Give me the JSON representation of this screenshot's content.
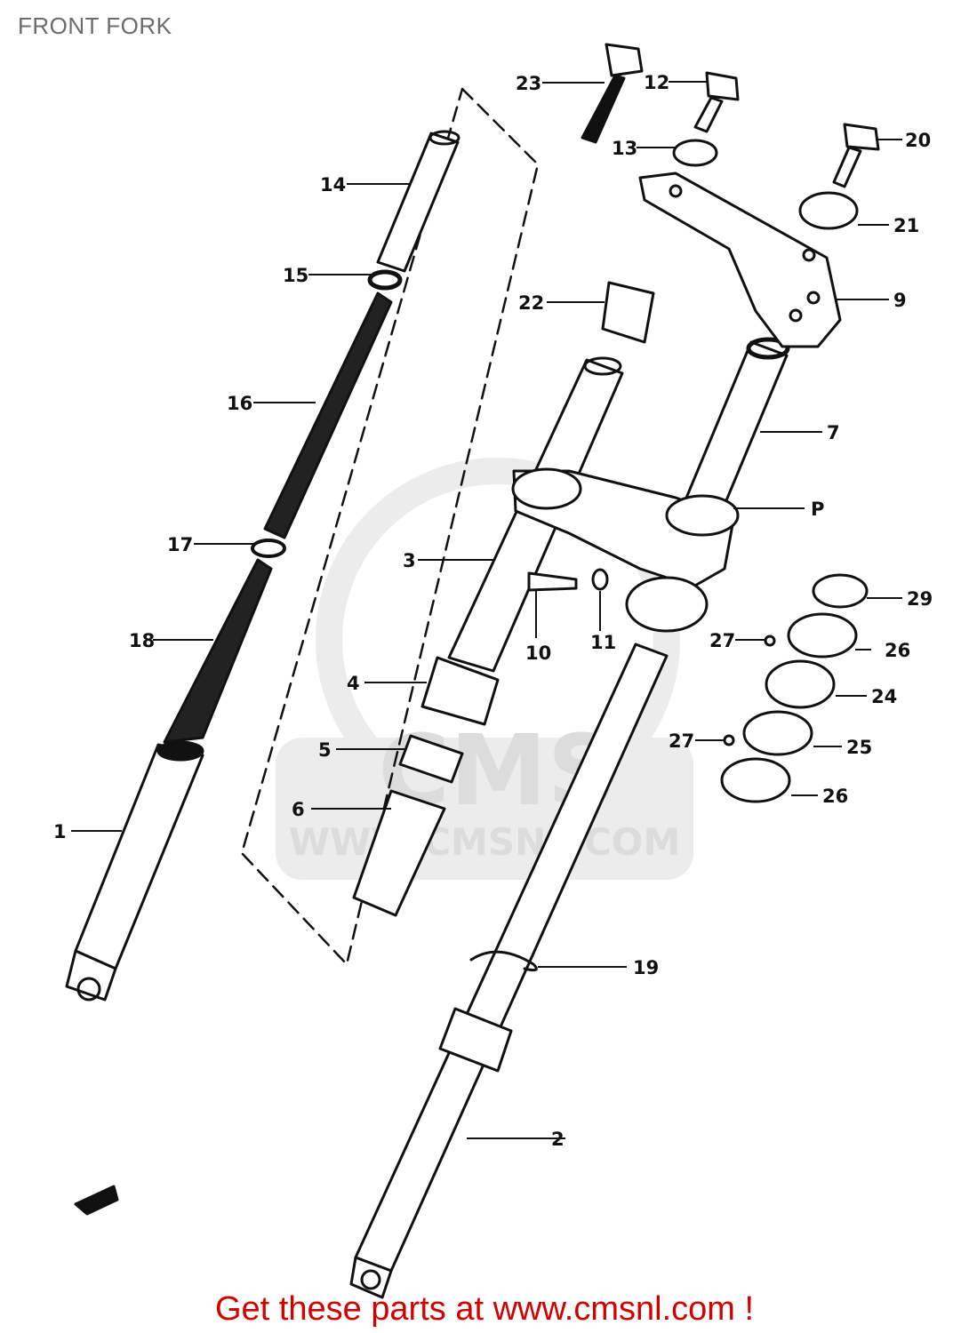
{
  "title": "FRONT FORK",
  "watermark": {
    "brand": "CMS",
    "url": "WWW.CMSNL.COM"
  },
  "footer": "Get these parts at www.cmsnl.com !",
  "callouts": {
    "c1": "1",
    "c2": "2",
    "c3": "3",
    "c4": "4",
    "c5": "5",
    "c6": "6",
    "c7": "7",
    "c9": "9",
    "c10": "10",
    "c11": "11",
    "c12": "12",
    "c13": "13",
    "c14": "14",
    "c15": "15",
    "c16": "16",
    "c17": "17",
    "c18": "18",
    "c19": "19",
    "c20": "20",
    "c21": "21",
    "c22": "22",
    "c23": "23",
    "c24": "24",
    "c25": "25",
    "c26a": "26",
    "c26b": "26",
    "c27a": "27",
    "c27b": "27",
    "c29": "29",
    "cP": "P"
  },
  "colors": {
    "ink": "#111111",
    "footer": "#d40000",
    "watermark": "#e6e6e6",
    "title": "#6b6b6b"
  }
}
